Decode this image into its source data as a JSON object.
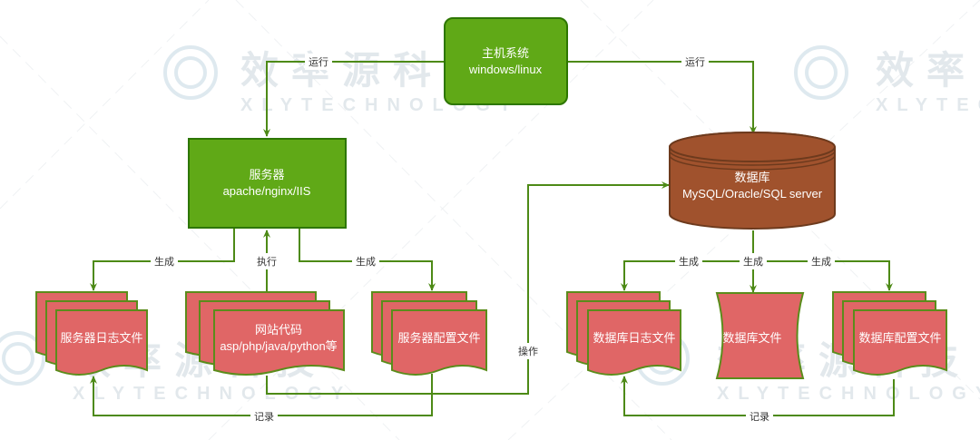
{
  "watermark": {
    "brand_cn": "效率源科技",
    "brand_en": "XLYTECHNOLOGY",
    "brand_cn_short": "效率"
  },
  "nodes": {
    "host": {
      "line1": "主机系统",
      "line2": "windows/linux"
    },
    "server": {
      "line1": "服务器",
      "line2": "apache/nginx/IIS"
    },
    "database": {
      "line1": "数据库",
      "line2": "MySQL/Oracle/SQL server"
    },
    "server_log": {
      "label": "服务器日志文件"
    },
    "website_code": {
      "line1": "网站代码",
      "line2": "asp/php/java/python等"
    },
    "server_config": {
      "label": "服务器配置文件"
    },
    "db_log": {
      "label": "数据库日志文件"
    },
    "db_file": {
      "label": "数据库文件"
    },
    "db_config": {
      "label": "数据库配置文件"
    }
  },
  "edges": {
    "run_left": "运行",
    "run_right": "运行",
    "gen_server_log": "生成",
    "exec": "执行",
    "gen_server_config": "生成",
    "operate": "操作",
    "record_left": "记录",
    "gen_db_log": "生成",
    "gen_db_file": "生成",
    "gen_db_config": "生成",
    "record_right": "记录"
  },
  "colors": {
    "green_fill": "#60a917",
    "green_stroke": "#2d7600",
    "brown_fill": "#a0522d",
    "brown_stroke": "#6d3a1d",
    "red_fill": "#e06666",
    "red_stroke": "#5b8c1b",
    "edge": "#4d8a16"
  }
}
